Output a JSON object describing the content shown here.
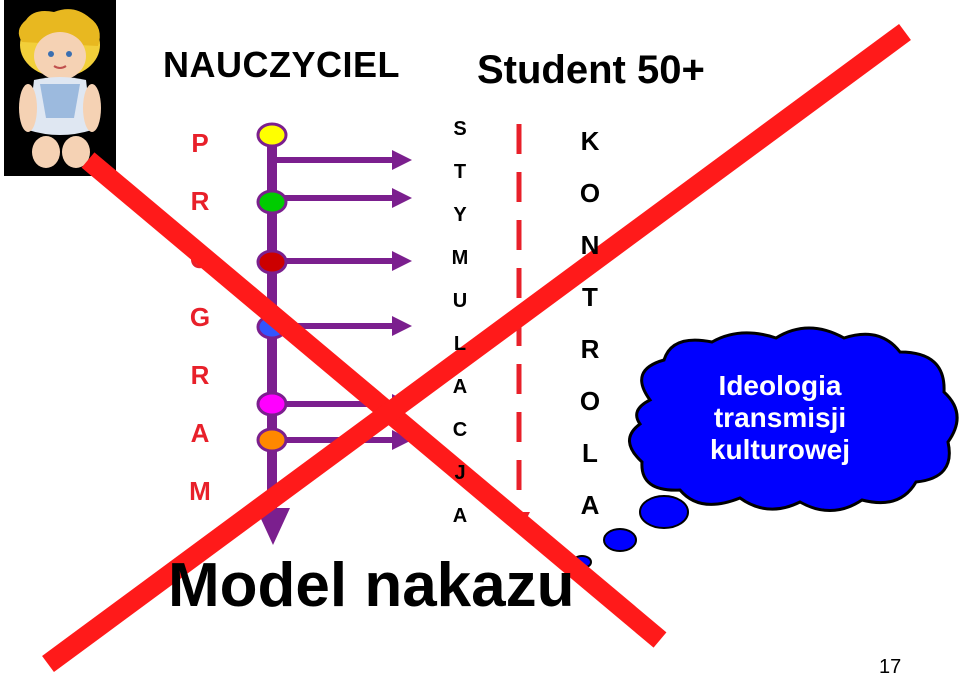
{
  "heading": {
    "left": "NAUCZYCIEL",
    "right": "Student 50+"
  },
  "column_program": [
    "P",
    "R",
    "O",
    "G",
    "R",
    "A",
    "M"
  ],
  "column_stymulacja": [
    "S",
    "T",
    "Y",
    "M",
    "U",
    "L",
    "A",
    "C",
    "J",
    "A"
  ],
  "column_kontrola": [
    "K",
    "O",
    "N",
    "T",
    "R",
    "O",
    "L",
    "A"
  ],
  "cloud": {
    "lines": [
      "Ideologia",
      "transmisji",
      "kulturowej"
    ]
  },
  "footer": {
    "title": "Model nakazu",
    "page_number": "17"
  },
  "colors": {
    "program_letters": "#e8202a",
    "arrows": "#7b1f8e",
    "cross": "#ff1a1a",
    "cloud_fill": "#0000ff",
    "cloud_text": "#ffffff",
    "dashed_line": "#e8202a",
    "dots": [
      "#ffff00",
      "#00cc00",
      "#cc0000",
      "#3355ff",
      "#ff00ff",
      "#ff8800"
    ]
  },
  "icons": {
    "doll": "doll-photo"
  }
}
